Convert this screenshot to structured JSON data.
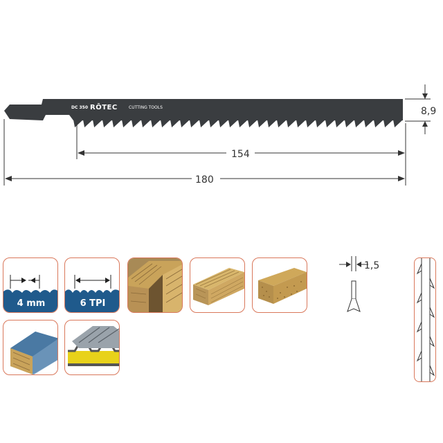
{
  "blade": {
    "code": "DC 350",
    "brand": "RŌTEC",
    "brand_suffix": "CUTTING TOOLS",
    "height_label": "8,9",
    "cut_length_label": "154",
    "total_length_label": "180",
    "thickness_label": "1,5"
  },
  "specs": {
    "tooth_pitch_label": "4 mm",
    "tpi_label": "6 TPI"
  },
  "colors": {
    "blade": "#3a3d40",
    "dimension": "#333333",
    "tile_border": "#d9775a",
    "wave_blue": "#1f5a8c",
    "wood": "#c9a35a",
    "metal_blue": "#4a79a3",
    "insulation_yellow": "#e8d21a"
  },
  "icons": [
    "tooth-pitch-icon",
    "tpi-icon",
    "groove-wood-icon",
    "softwood-icon",
    "hardwood-icon",
    "coated-board-icon",
    "sandwich-panel-icon",
    "set-teeth-icon"
  ]
}
